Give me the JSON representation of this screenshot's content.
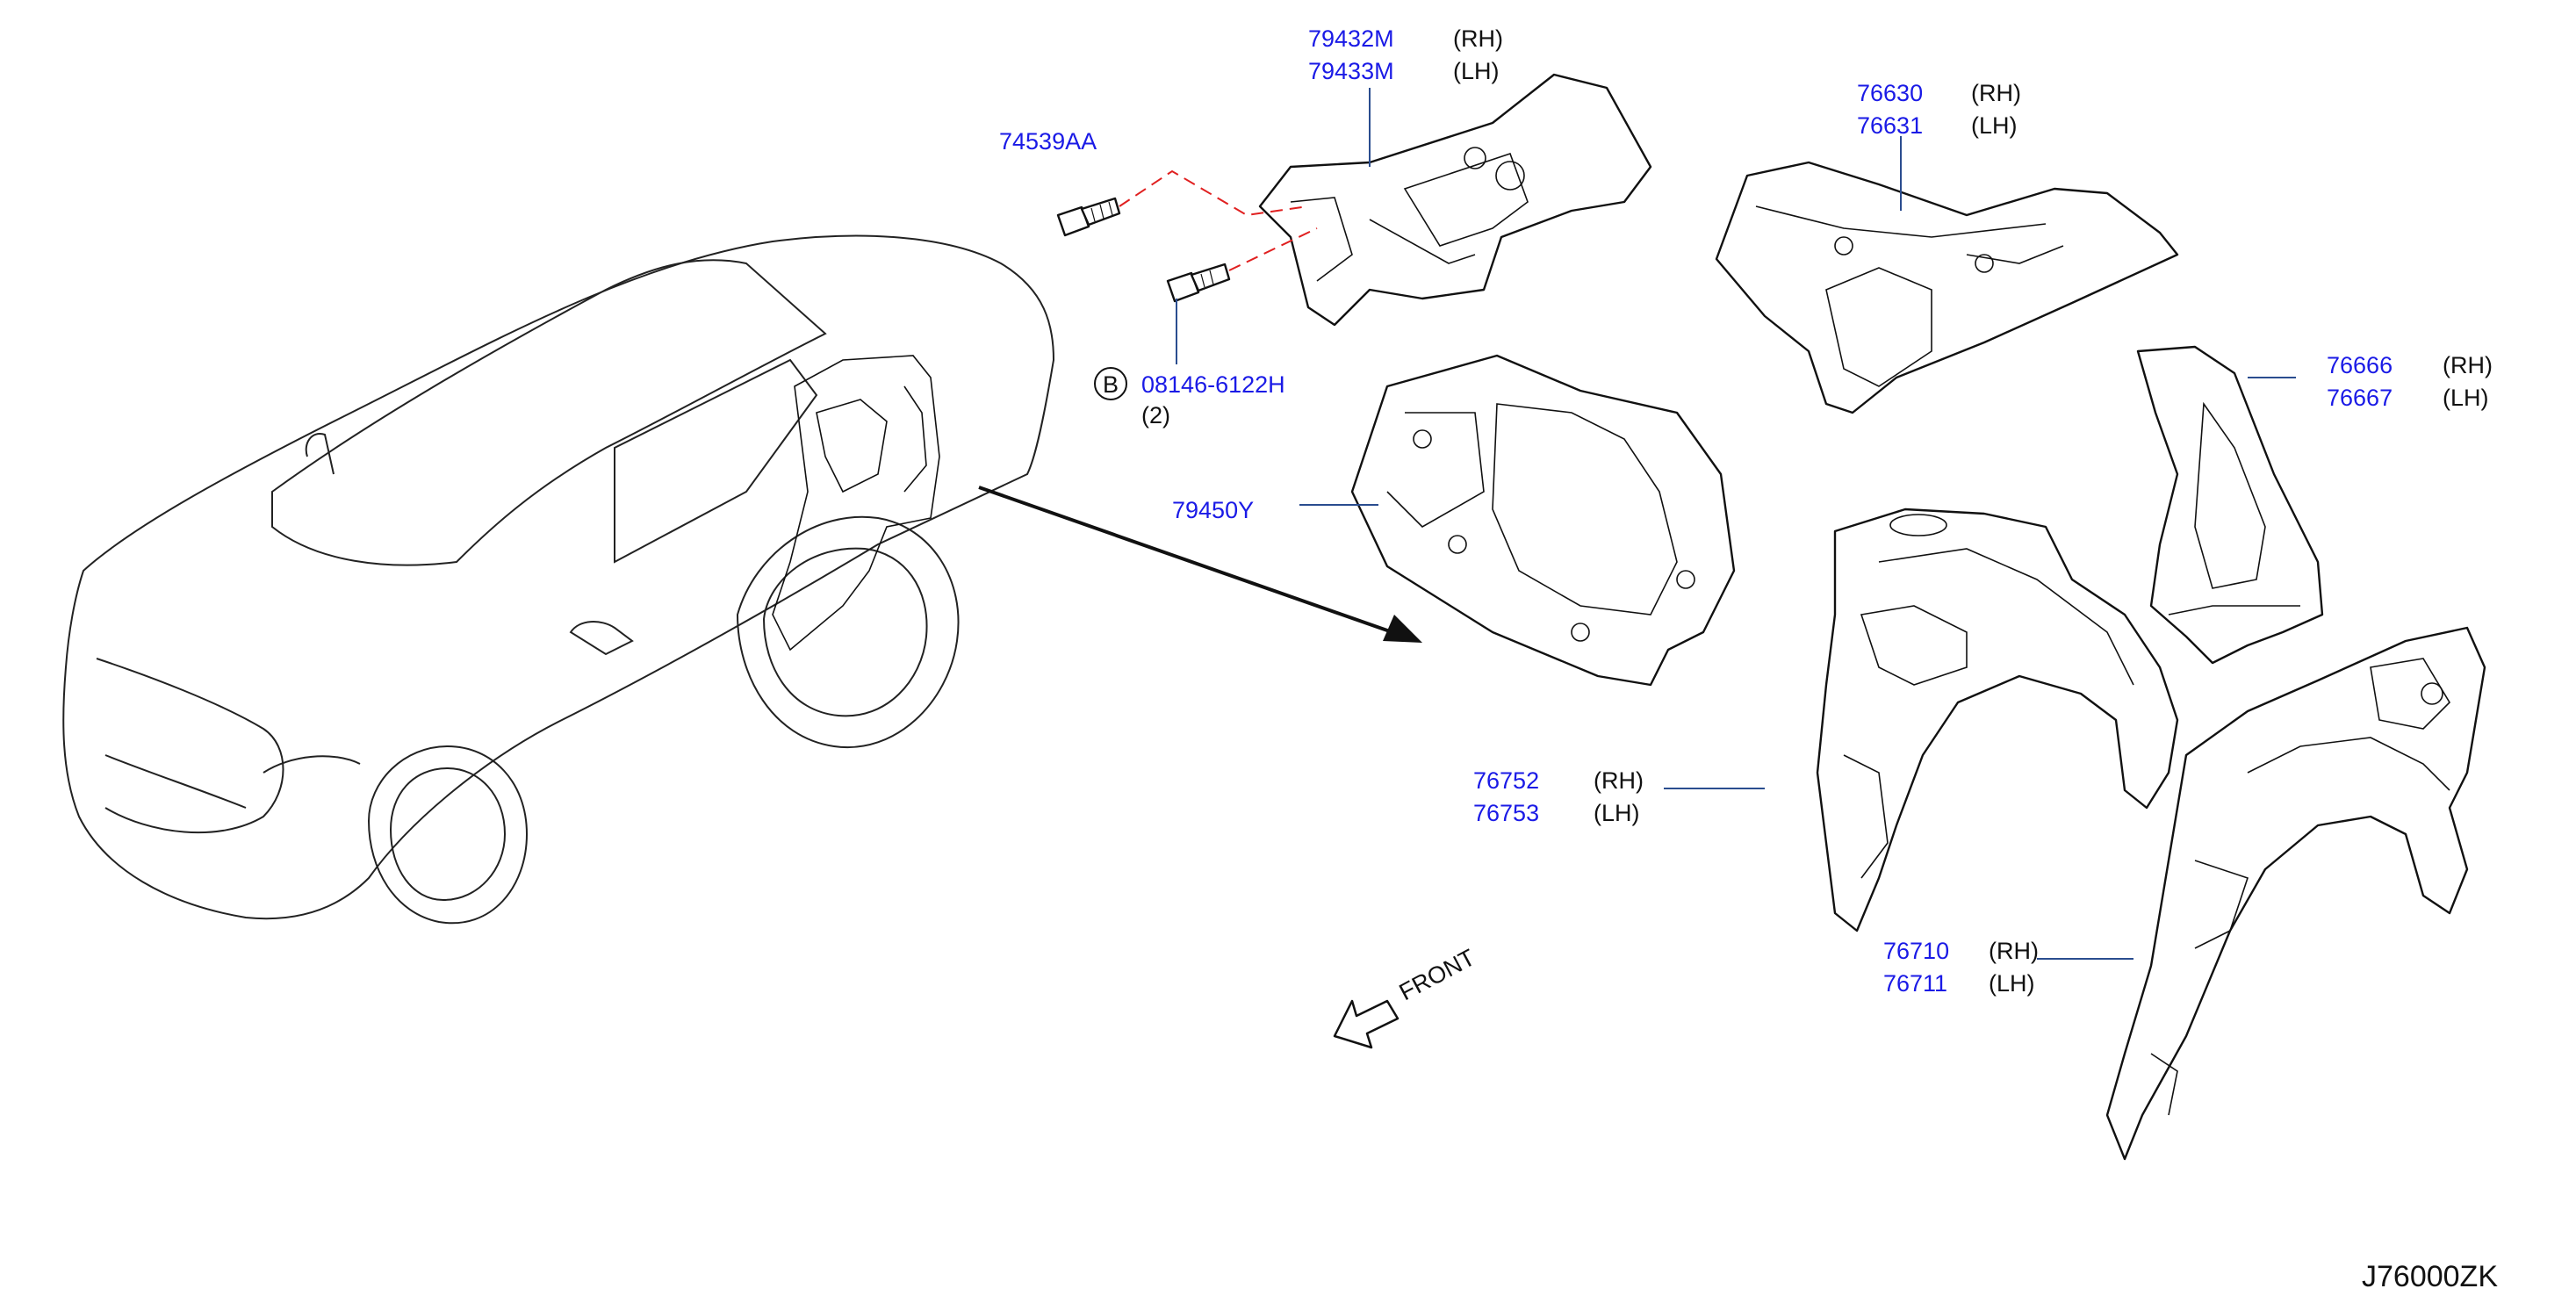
{
  "diagram": {
    "code": "J76000ZK",
    "front_label": "FRONT",
    "callouts": [
      {
        "id": "bolt",
        "number": "74539AA"
      },
      {
        "id": "bracket",
        "numbers": [
          "79432M",
          "79433M"
        ],
        "sides": [
          "(RH)",
          "(LH)"
        ]
      },
      {
        "id": "b-bolt",
        "marker": "B",
        "number": "08146-6122H",
        "qty": "(2)"
      },
      {
        "id": "panel-upper",
        "numbers": [
          "76630",
          "76631"
        ],
        "sides": [
          "(RH)",
          "(LH)"
        ]
      },
      {
        "id": "panel-side",
        "numbers": [
          "76666",
          "76667"
        ],
        "sides": [
          "(RH)",
          "(LH)"
        ]
      },
      {
        "id": "partition",
        "number": "79450Y"
      },
      {
        "id": "wheelhouse-inner",
        "numbers": [
          "76752",
          "76753"
        ],
        "sides": [
          "(RH)",
          "(LH)"
        ]
      },
      {
        "id": "wheelhouse-outer",
        "numbers": [
          "76710",
          "76711"
        ],
        "sides": [
          "(RH)",
          "(LH)"
        ]
      }
    ],
    "colors": {
      "part_number": "#1a1ae6",
      "leader": "#2a4d8f",
      "bolt_path": "#e02020"
    }
  }
}
